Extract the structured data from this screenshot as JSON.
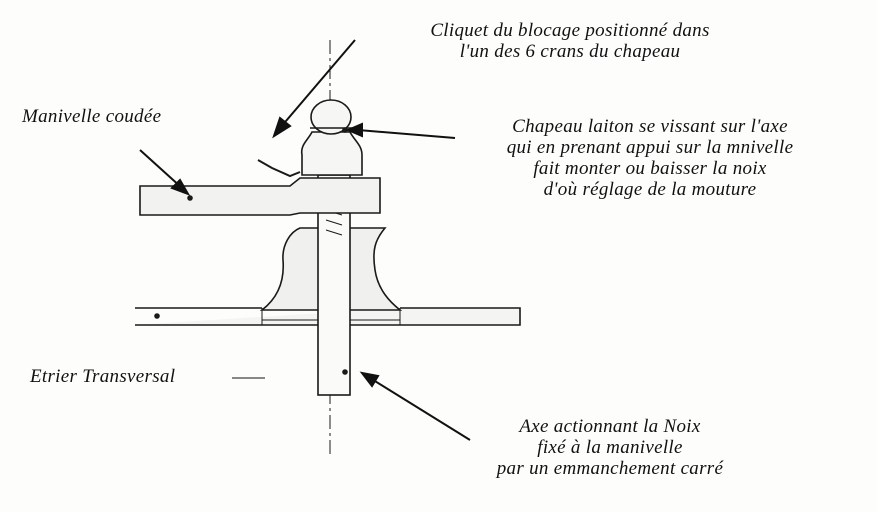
{
  "labels": {
    "cliquet": [
      "Cliquet du blocage positionné dans",
      "l'un des 6 crans du chapeau"
    ],
    "manivelle": "Manivelle coudée",
    "chapeau": [
      "Chapeau laiton se vissant sur l'axe",
      "qui en prenant appui sur la mnivelle",
      "fait monter ou baisser la noix",
      "d'où réglage de la mouture"
    ],
    "etrier": "Etrier Transversal",
    "axe": [
      "Axe actionnant la Noix",
      "fixé à la manivelle",
      "par un emmanchement carré"
    ]
  },
  "colors": {
    "ink": "#1a1a1a",
    "paper": "#fdfdfc"
  }
}
